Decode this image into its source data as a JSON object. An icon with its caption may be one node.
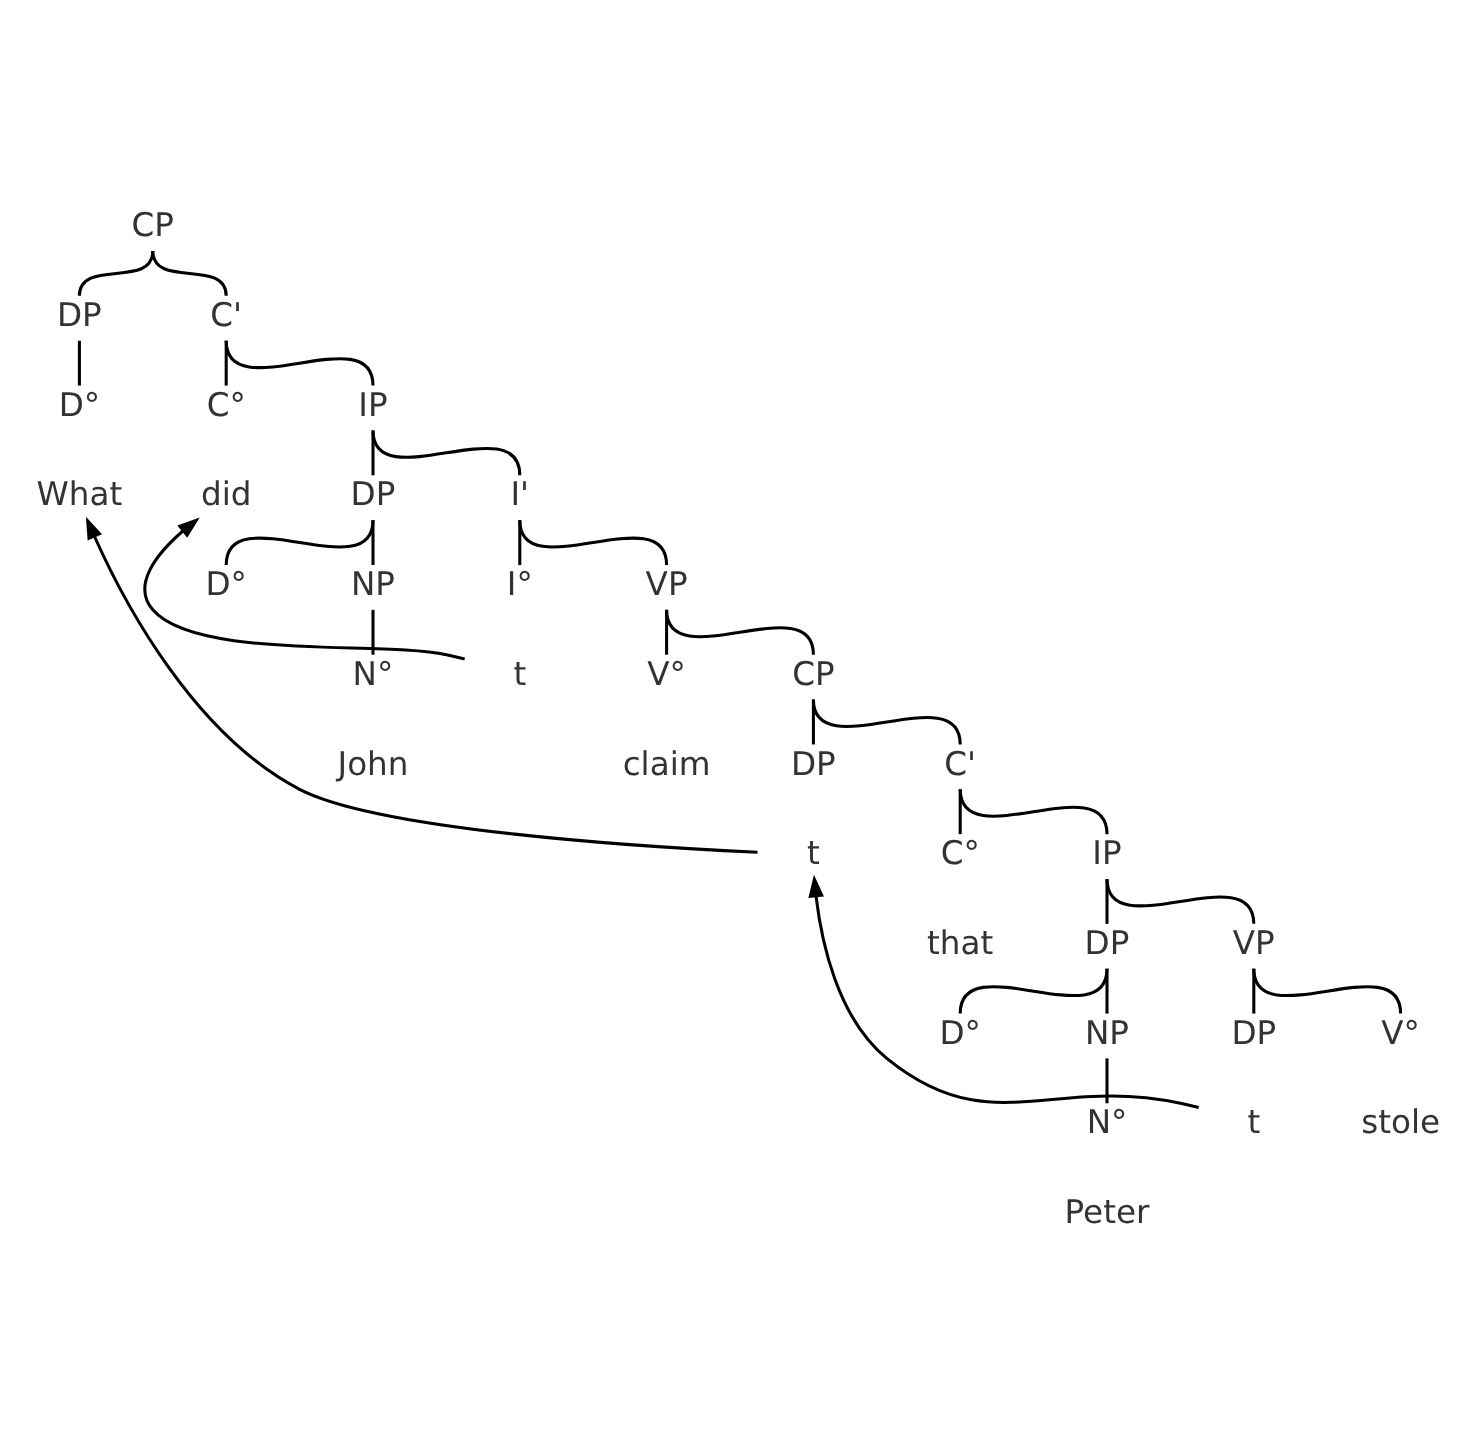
{
  "diagram": {
    "nodes": [
      {
        "text": [
          "CP"
        ]
      },
      {
        "text": [
          "DP"
        ]
      },
      {
        "text": [
          "C'"
        ]
      },
      {
        "text": [
          "D°"
        ]
      },
      {
        "text": [
          "C°"
        ]
      },
      {
        "text": [
          "IP"
        ]
      },
      {
        "text": [
          "What"
        ]
      },
      {
        "text": [
          "did"
        ]
      },
      {
        "text": [
          "DP"
        ]
      },
      {
        "text": [
          "I'"
        ]
      },
      {
        "text": [
          "D°"
        ]
      },
      {
        "text": [
          "NP"
        ]
      },
      {
        "text": [
          "I°"
        ]
      },
      {
        "text": [
          "VP"
        ]
      },
      {
        "text": [
          "N°"
        ]
      },
      {
        "text": [
          "t"
        ]
      },
      {
        "text": [
          "V°"
        ]
      },
      {
        "text": [
          "CP"
        ]
      },
      {
        "text": [
          "John"
        ]
      },
      {
        "text": [
          "claim"
        ]
      },
      {
        "text": [
          "DP"
        ]
      },
      {
        "text": [
          "C'"
        ]
      },
      {
        "text": [
          "t"
        ]
      },
      {
        "text": [
          "C°"
        ]
      },
      {
        "text": [
          "IP"
        ]
      },
      {
        "text": [
          "that"
        ]
      },
      {
        "text": [
          "DP"
        ]
      },
      {
        "text": [
          "VP"
        ]
      },
      {
        "text": [
          "D°"
        ]
      },
      {
        "text": [
          "NP"
        ]
      },
      {
        "text": [
          "V°"
        ]
      },
      {
        "text": [
          "DP"
        ]
      },
      {
        "text": [
          "N°"
        ]
      },
      {
        "text": [
          "stole"
        ]
      },
      {
        "text": [
          "t"
        ]
      },
      {
        "text": [
          "Peter"
        ]
      }
    ],
    "edges": [
      {
        "from": 0,
        "to": 1,
        "arrow": "none"
      },
      {
        "from": 0,
        "to": 2,
        "arrow": "none"
      },
      {
        "from": 1,
        "to": 3,
        "arrow": "none"
      },
      {
        "from": 2,
        "to": 4,
        "arrow": "none"
      },
      {
        "from": 2,
        "to": 5,
        "arrow": "none"
      },
      {
        "from": 5,
        "to": 8,
        "arrow": "none"
      },
      {
        "from": 5,
        "to": 9,
        "arrow": "none"
      },
      {
        "from": 8,
        "to": 10,
        "arrow": "none"
      },
      {
        "from": 8,
        "to": 11,
        "arrow": "none"
      },
      {
        "from": 9,
        "to": 12,
        "arrow": "none"
      },
      {
        "from": 9,
        "to": 13,
        "arrow": "none"
      },
      {
        "from": 11,
        "to": 14,
        "arrow": "none"
      },
      {
        "from": 13,
        "to": 16,
        "arrow": "none"
      },
      {
        "from": 13,
        "to": 17,
        "arrow": "none"
      },
      {
        "from": 17,
        "to": 20,
        "arrow": "none"
      },
      {
        "from": 17,
        "to": 21,
        "arrow": "none"
      },
      {
        "from": 21,
        "to": 23,
        "arrow": "none"
      },
      {
        "from": 21,
        "to": 24,
        "arrow": "none"
      },
      {
        "from": 24,
        "to": 26,
        "arrow": "none"
      },
      {
        "from": 24,
        "to": 27,
        "arrow": "none"
      },
      {
        "from": 26,
        "to": 28,
        "arrow": "none"
      },
      {
        "from": 26,
        "to": 29,
        "arrow": "none"
      },
      {
        "from": 27,
        "to": 30,
        "arrow": "none"
      },
      {
        "from": 27,
        "to": 31,
        "arrow": "none"
      },
      {
        "from": 29,
        "to": 32,
        "arrow": "none"
      },
      {
        "from": 15,
        "to": 7,
        "arrow": "to"
      },
      {
        "from": 22,
        "to": 6,
        "arrow": "to"
      },
      {
        "from": 34,
        "to": 22,
        "arrow": "to"
      }
    ]
  }
}
